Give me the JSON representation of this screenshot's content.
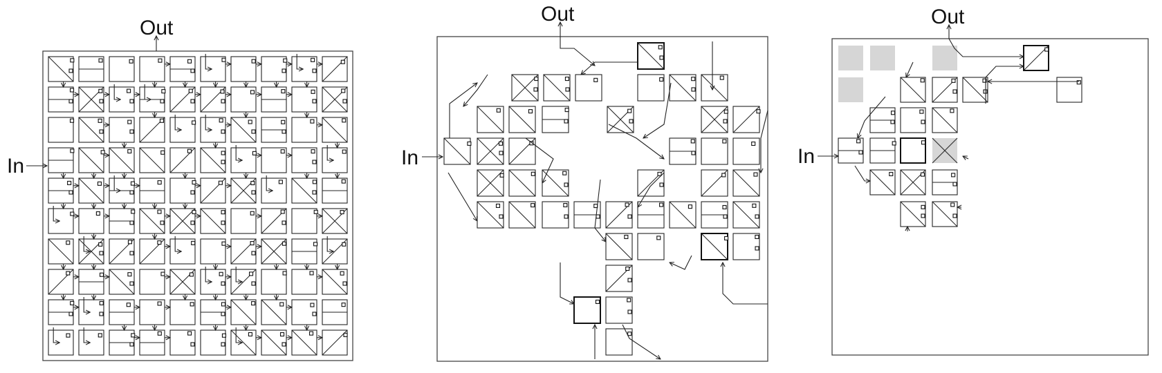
{
  "panels": [
    {
      "id": "full-grid",
      "in_label": "In",
      "out_label": "Out",
      "style": "full"
    },
    {
      "id": "sparse-network",
      "in_label": "In",
      "out_label": "Out",
      "style": "sparse"
    },
    {
      "id": "pruned-network",
      "in_label": "In",
      "out_label": "Out",
      "style": "pruned"
    }
  ],
  "colors": {
    "stroke": "#222222",
    "ghost_cell": "#d6d6d6",
    "background": "#ffffff"
  }
}
